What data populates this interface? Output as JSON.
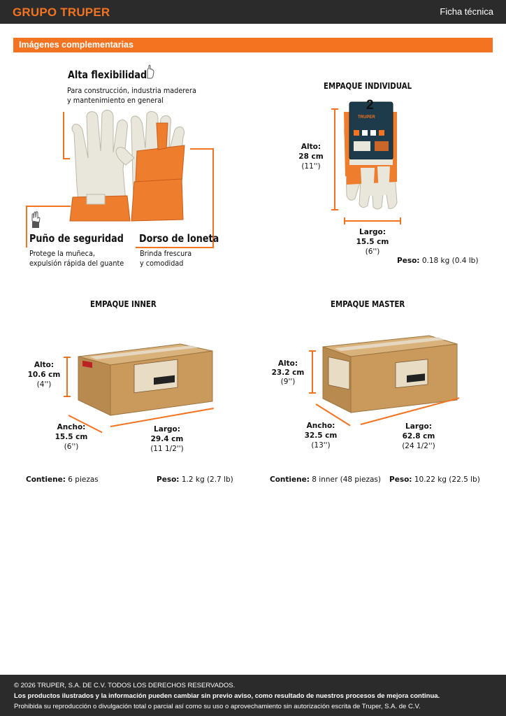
{
  "header": {
    "brand": "GRUPO TRUPER",
    "doc_type": "Ficha técnica"
  },
  "section": {
    "title": "Imágenes complementarias"
  },
  "glove": {
    "flex_title": "Alta flexibilidad",
    "flex_desc": "Para construcción, industria maderera\ny mantenimiento en general",
    "wrist_title": "Puño de seguridad",
    "wrist_desc": "Protege la muñeca,\nexpulsión rápida del guante",
    "back_title": "Dorso de loneta",
    "back_desc": "Brinda frescura\ny comodidad"
  },
  "individual": {
    "title": "EMPAQUE INDIVIDUAL",
    "alto_label": "Alto:",
    "alto_cm": "28 cm",
    "alto_in": "(11'')",
    "largo_label": "Largo:",
    "largo_cm": "15.5 cm",
    "largo_in": "(6'')",
    "peso_label": "Peso:",
    "peso_value": "0.18 kg (0.4 lb)",
    "tag_number": "2",
    "tag_brand": "TRUPER"
  },
  "inner": {
    "title": "EMPAQUE INNER",
    "alto_label": "Alto:",
    "alto_cm": "10.6 cm",
    "alto_in": "(4'')",
    "ancho_label": "Ancho:",
    "ancho_cm": "15.5 cm",
    "ancho_in": "(6'')",
    "largo_label": "Largo:",
    "largo_cm": "29.4 cm",
    "largo_in": "(11 1/2'')",
    "contiene_label": "Contiene:",
    "contiene_value": "6 piezas",
    "peso_label": "Peso:",
    "peso_value": "1.2 kg (2.7 lb)"
  },
  "master": {
    "title": "EMPAQUE MASTER",
    "alto_label": "Alto:",
    "alto_cm": "23.2 cm",
    "alto_in": "(9'')",
    "ancho_label": "Ancho:",
    "ancho_cm": "32.5 cm",
    "ancho_in": "(13'')",
    "largo_label": "Largo:",
    "largo_cm": "62.8 cm",
    "largo_in": "(24 1/2'')",
    "contiene_label": "Contiene:",
    "contiene_value": "8 inner (48 piezas)",
    "peso_label": "Peso:",
    "peso_value": "10.22 kg (22.5 lb)"
  },
  "footer": {
    "copyright": "© 2026 TRUPER, S.A. DE C.V. TODOS LOS DERECHOS RESERVADOS.",
    "notice": "Los productos ilustrados y la información pueden cambiar sin previo aviso, como resultado de nuestros procesos de mejora continua.",
    "prohibition": "Prohibida su reproducción o divulgación total o parcial así como su uso o aprovechamiento sin autorización escrita de Truper, S.A. de C.V."
  },
  "colors": {
    "accent": "#f47321",
    "dark": "#2b2b2b",
    "leather": "#e6e4d8",
    "cardboard": "#c99a5b"
  },
  "icons": [
    "hand-flex-icon",
    "hand-wrist-icon"
  ]
}
